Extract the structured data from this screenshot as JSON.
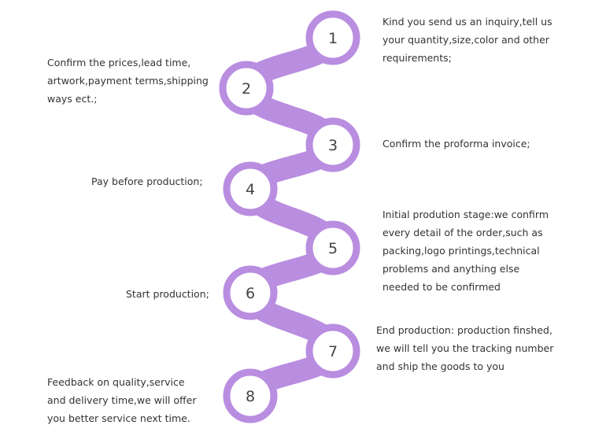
{
  "accent_color": "#b98de0",
  "steps": [
    {
      "number": "1",
      "text": "Kind you send us an inquiry,tell us\nyour quantity,size,color and other\nrequirements;"
    },
    {
      "number": "2",
      "text": "Confirm the prices,lead time,\nartwork,payment terms,shipping\nways ect.;"
    },
    {
      "number": "3",
      "text": "Confirm the proforma invoice;"
    },
    {
      "number": "4",
      "text": "Pay before production;"
    },
    {
      "number": "5",
      "text": "Initial prodution stage:we confirm\nevery detail of the order,such as\npacking,logo printings,technical\nproblems and anything else\nneeded to be confirmed"
    },
    {
      "number": "6",
      "text": "Start production;"
    },
    {
      "number": "7",
      "text": "End production: production finshed,\nwe will tell you the tracking number\nand ship the goods to you"
    },
    {
      "number": "8",
      "text": "Feedback on quality,service\nand delivery time,we will offer\nyou better service next time."
    }
  ]
}
